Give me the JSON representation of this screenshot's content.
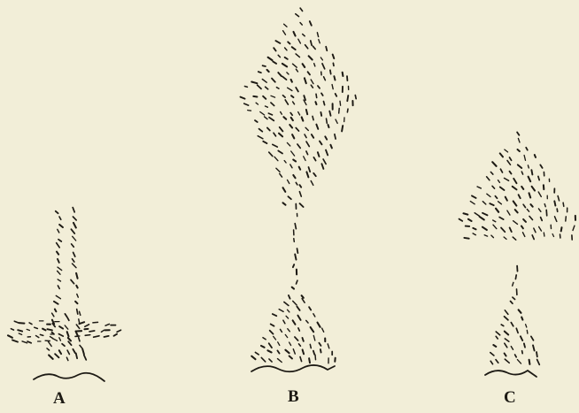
{
  "figures": [
    {
      "id": "A",
      "label": "A"
    },
    {
      "id": "B",
      "label": "B"
    },
    {
      "id": "C",
      "label": "C"
    }
  ],
  "colors": {
    "paper": "#f2eed8",
    "ink": "#1d1a14"
  }
}
